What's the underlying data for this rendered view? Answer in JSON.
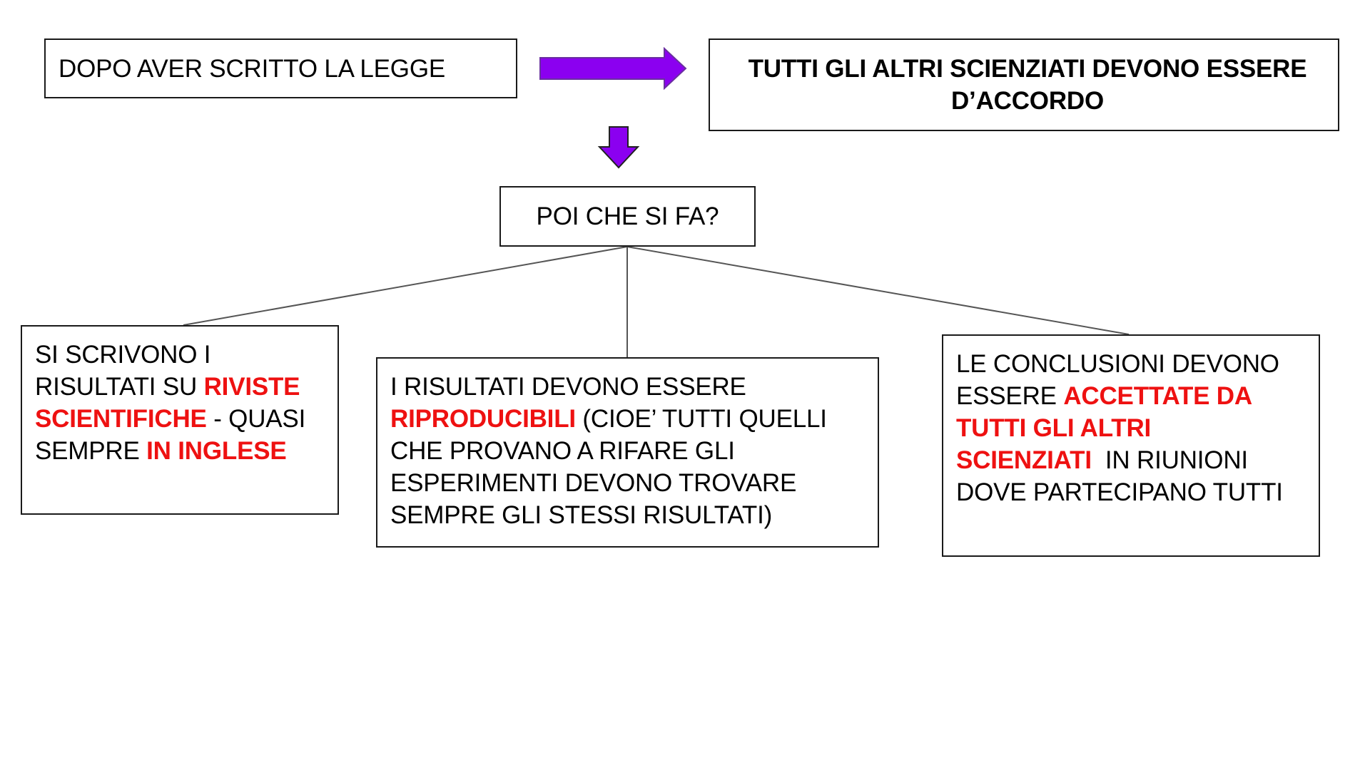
{
  "diagram": {
    "start_box": {
      "text": "DOPO AVER SCRITTO LA LEGGE"
    },
    "goal_box": {
      "lines": [
        "TUTTI GLI ALTRI SCIENZIATI DEVONO ESSERE",
        "D’ACCORDO"
      ]
    },
    "question_box": {
      "text": "POI CHE SI FA?"
    },
    "branches": [
      {
        "lines": [
          [
            {
              "t": "SI SCRIVONO I",
              "hl": false
            }
          ],
          [
            {
              "t": "RISULTATI SU ",
              "hl": false
            },
            {
              "t": "RIVISTE",
              "hl": true
            }
          ],
          [
            {
              "t": "SCIENTIFICHE",
              "hl": true
            },
            {
              "t": " - QUASI",
              "hl": false
            }
          ],
          [
            {
              "t": "SEMPRE ",
              "hl": false
            },
            {
              "t": "IN INGLESE",
              "hl": true
            }
          ]
        ]
      },
      {
        "lines": [
          [
            {
              "t": "I RISULTATI DEVONO ESSERE",
              "hl": false
            }
          ],
          [
            {
              "t": "RIPRODUCIBILI",
              "hl": true
            },
            {
              "t": " (CIOE’ TUTTI QUELLI",
              "hl": false
            }
          ],
          [
            {
              "t": "CHE PROVANO A RIFARE GLI",
              "hl": false
            }
          ],
          [
            {
              "t": "ESPERIMENTI DEVONO TROVARE",
              "hl": false
            }
          ],
          [
            {
              "t": "SEMPRE GLI STESSI RISULTATI)",
              "hl": false
            }
          ]
        ]
      },
      {
        "lines": [
          [
            {
              "t": "LE CONCLUSIONI DEVONO",
              "hl": false
            }
          ],
          [
            {
              "t": "ESSERE ",
              "hl": false
            },
            {
              "t": "ACCETTATE DA",
              "hl": true
            }
          ],
          [
            {
              "t": "TUTTI GLI ALTRI",
              "hl": true
            }
          ],
          [
            {
              "t": "SCIENZIATI",
              "hl": true
            },
            {
              "t": "  IN RIUNIONI",
              "hl": false
            }
          ],
          [
            {
              "t": "DOVE PARTECIPANO TUTTI",
              "hl": false
            }
          ]
        ]
      }
    ],
    "colors": {
      "arrow": "#8b00f0",
      "arrow_outline": "#6a2fa0",
      "highlight": "#ee1111",
      "connector": "#555555"
    },
    "icons": {
      "right_arrow": "right-arrow-icon",
      "down_arrow": "down-arrow-icon"
    }
  }
}
